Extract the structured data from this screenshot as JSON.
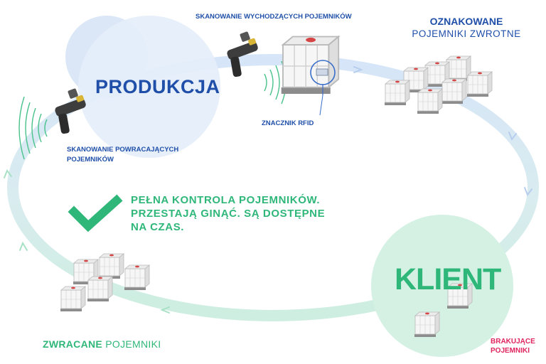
{
  "colors": {
    "blue": "#1f4fa8",
    "green": "#2fb77a",
    "pink": "#e0245e",
    "loop_blue": "#cfe0f6",
    "loop_green": "#cdeee0"
  },
  "labels": {
    "produkcja": "PRODUKCJA",
    "klient": "KLIENT",
    "scan_out": "SKANOWANIE WYCHODZĄCYCH POJEMNIKÓW",
    "rfid_tag": "ZNACZNIK RFID",
    "marked_bold": "OZNAKOWANE",
    "marked_rest": "POJEMNIKI ZWROTNE",
    "scan_return_line1": "SKANOWANIE POWRACAJĄCYCH",
    "scan_return_line2": "POJEMNIKÓW",
    "control_line1": "PEŁNA KONTROLA POJEMNIKÓW.",
    "control_line2": "PRZESTAJĄ GINĄĆ. SĄ DOSTĘPNE",
    "control_line3": "NA CZAS.",
    "returned_bold": "ZWRACANE",
    "returned_rest": "POJEMNIKI",
    "missing_line1": "BRAKUJĄCE",
    "missing_line2": "POJEMNIKI"
  },
  "icons": [
    "rfid-scanner-icon",
    "container-icon",
    "checkmark-icon",
    "signal-waves-icon",
    "flow-arrow-icon"
  ]
}
